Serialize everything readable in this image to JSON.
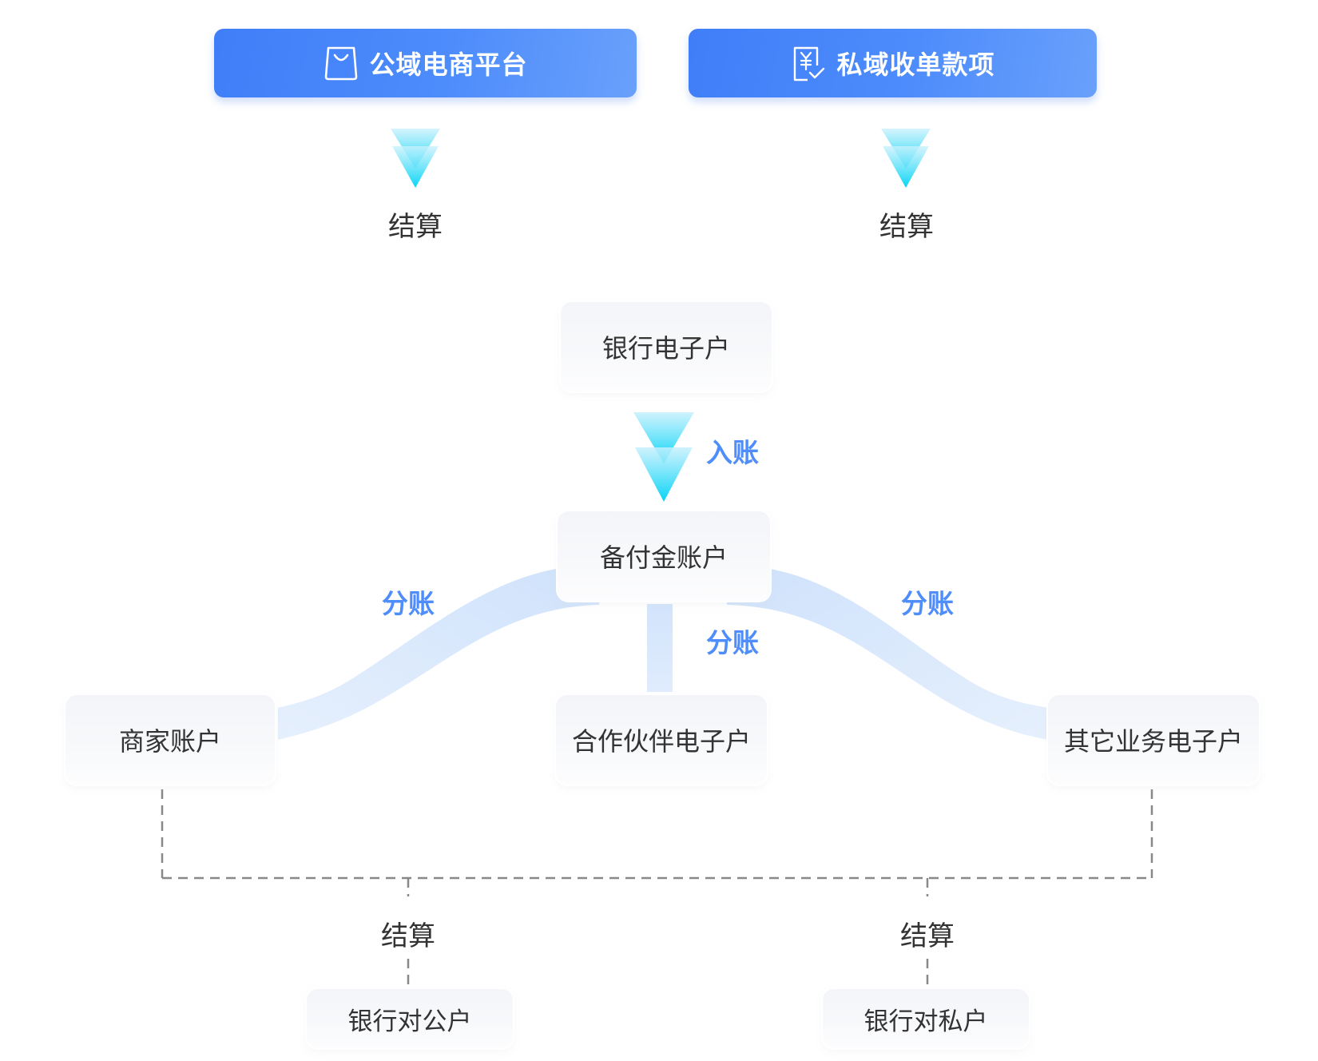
{
  "top_sources": [
    {
      "label": "公域电商平台",
      "icon": "shopping-bag-icon"
    },
    {
      "label": "私域收单款项",
      "icon": "yuan-receipt-icon"
    }
  ],
  "settle_labels": {
    "left_top": "结算",
    "right_top": "结算",
    "left_bottom": "结算",
    "right_bottom": "结算"
  },
  "nodes": {
    "bank_e_account": "银行电子户",
    "reserve_account": "备付金账户",
    "merchant_account": "商家账户",
    "partner_e_account": "合作伙伴电子户",
    "other_business_e_account": "其它业务电子户",
    "bank_corporate_account": "银行对公户",
    "bank_private_account": "银行对私户"
  },
  "flow_labels": {
    "credit_in": "入账",
    "split_left": "分账",
    "split_center": "分账",
    "split_right": "分账"
  },
  "colors": {
    "primary_blue": "#4e8dfa",
    "arrow_cyan": "#0fd6f5",
    "flow_band": "#d4e5fc",
    "dashed_line": "#8a8787",
    "text_dark": "#333333"
  }
}
